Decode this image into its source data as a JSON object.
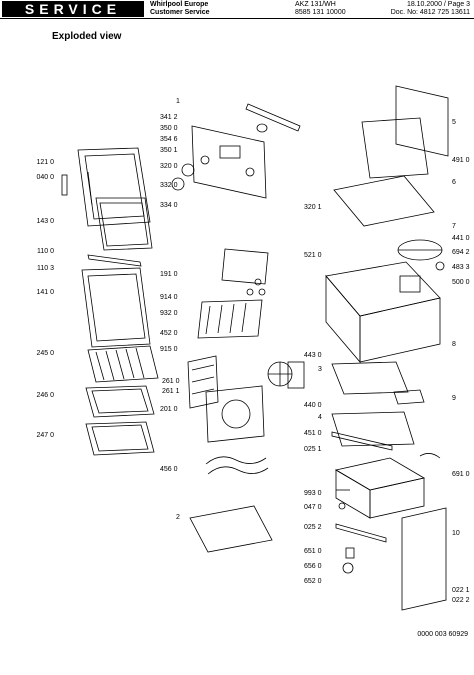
{
  "header": {
    "service": "SERVICE",
    "company_line1": "Whirlpool Europe",
    "company_line2": "Customer Service",
    "model": "AKZ 131/WH",
    "model_code": "8585 131 10000",
    "date_page": "18.10.2000 / Page 3",
    "doc_no": "Doc. No: 4812 725 13611"
  },
  "title": "Exploded view",
  "footer": "0000 003 60929",
  "labels_left": [
    "121 0",
    "040 0",
    "143 0",
    "110 0",
    "110 3",
    "141 0",
    "245 0",
    "246 0",
    "247 0"
  ],
  "labels_center": [
    "1",
    "341 2",
    "350 0",
    "354 6",
    "350 1",
    "320 0",
    "332 0",
    "334 0",
    "320 1",
    "191 0",
    "914 0",
    "932 0",
    "452 0",
    "915 0",
    "261 0",
    "261 1",
    "201 0",
    "456 0",
    "2"
  ],
  "labels_mid": [
    "521 0",
    "443 0",
    "3",
    "440 0",
    "4",
    "451 0",
    "025 1",
    "993 0",
    "047 0",
    "025 2",
    "651 0",
    "656 0",
    "652 0"
  ],
  "labels_right": [
    "5",
    "491 0",
    "6",
    "7",
    "441 0",
    "694 2",
    "483 3",
    "500 0",
    "8",
    "9",
    "691 0",
    "10",
    "022 1",
    "022 2"
  ]
}
